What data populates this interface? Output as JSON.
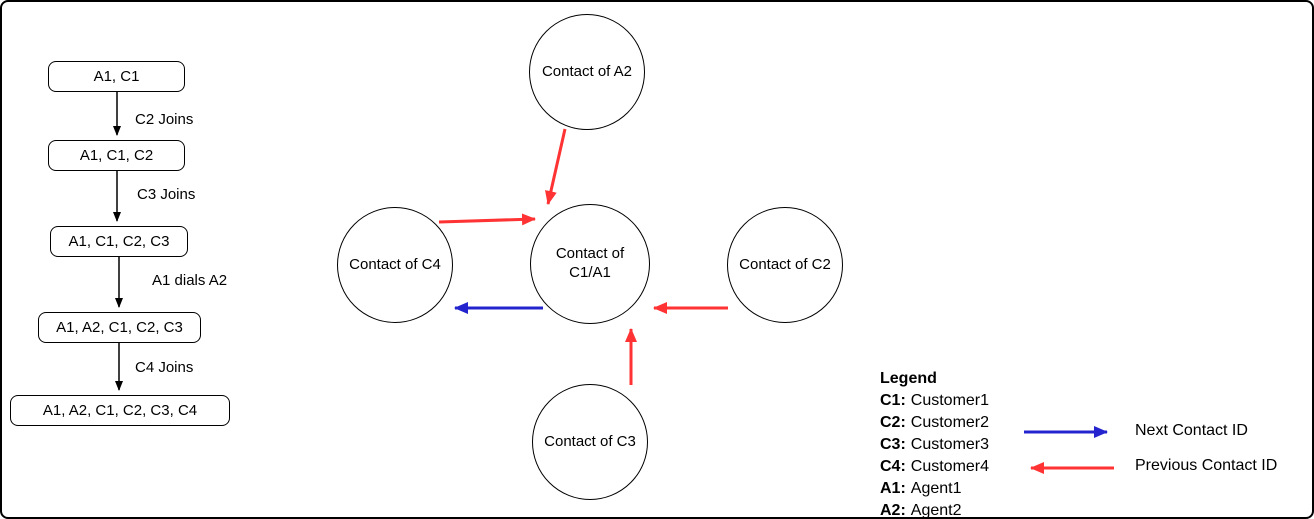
{
  "colors": {
    "next_arrow": "#2424cf",
    "previous_arrow": "#ff3333",
    "stroke": "#000000"
  },
  "flowchart": {
    "steps": [
      "A1, C1",
      "A1, C1, C2",
      "A1, C1, C2, C3",
      "A1, A2, C1, C2, C3",
      "A1, A2, C1, C2, C3, C4"
    ],
    "transitions": [
      "C2 Joins",
      "C3 Joins",
      "A1 dials A2",
      "C4 Joins"
    ]
  },
  "graph": {
    "nodes": {
      "a2": "Contact of A2",
      "c4": "Contact of C4",
      "center": "Contact of C1/A1",
      "c2": "Contact of C2",
      "c3": "Contact of C3"
    }
  },
  "legend": {
    "title": "Legend",
    "entries": [
      {
        "key": "C1:",
        "value": "Customer1"
      },
      {
        "key": "C2:",
        "value": "Customer2"
      },
      {
        "key": "C3:",
        "value": "Customer3"
      },
      {
        "key": "C4:",
        "value": "Customer4"
      },
      {
        "key": "A1:",
        "value": "Agent1"
      },
      {
        "key": "A2:",
        "value": "Agent2"
      }
    ],
    "next_label": "Next Contact ID",
    "previous_label": "Previous Contact ID"
  }
}
